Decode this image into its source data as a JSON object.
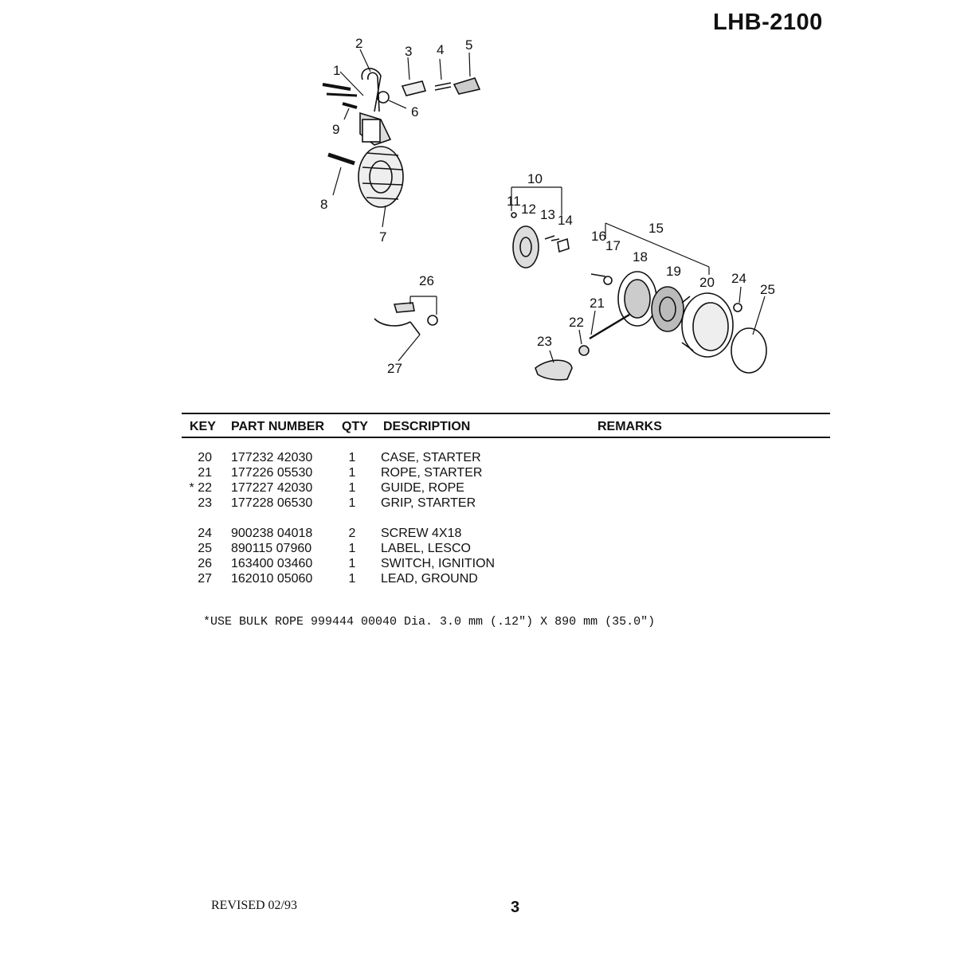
{
  "header": {
    "model": "LHB-2100"
  },
  "diagram": {
    "callouts": [
      "1",
      "2",
      "3",
      "4",
      "5",
      "6",
      "7",
      "8",
      "9",
      "10",
      "11",
      "12",
      "13",
      "14",
      "15",
      "16",
      "17",
      "18",
      "19",
      "20",
      "21",
      "22",
      "23",
      "24",
      "25",
      "26",
      "27"
    ]
  },
  "table": {
    "headers": {
      "key": "KEY",
      "part_number": "PART NUMBER",
      "qty": "QTY",
      "description": "DESCRIPTION",
      "remarks": "REMARKS"
    },
    "rows": [
      {
        "key": "20",
        "part_number": "177232 42030",
        "qty": "1",
        "description": "CASE, STARTER"
      },
      {
        "key": "21",
        "part_number": "177226 05530",
        "qty": "1",
        "description": "ROPE, STARTER"
      },
      {
        "key": "* 22",
        "part_number": "177227 42030",
        "qty": "1",
        "description": "GUIDE, ROPE"
      },
      {
        "key": "23",
        "part_number": "177228 06530",
        "qty": "1",
        "description": "GRIP, STARTER"
      },
      {
        "key": "24",
        "part_number": "900238 04018",
        "qty": "2",
        "description": "SCREW 4X18"
      },
      {
        "key": "25",
        "part_number": "890115 07960",
        "qty": "1",
        "description": "LABEL, LESCO"
      },
      {
        "key": "26",
        "part_number": "163400 03460",
        "qty": "1",
        "description": "SWITCH, IGNITION"
      },
      {
        "key": "27",
        "part_number": "162010 05060",
        "qty": "1",
        "description": "LEAD, GROUND"
      }
    ]
  },
  "footnote": "*USE BULK ROPE 999444 00040  Dia. 3.0 mm (.12\") X 890 mm (35.0\")",
  "footer": {
    "revised": "REVISED 02/93",
    "page_number": "3"
  }
}
